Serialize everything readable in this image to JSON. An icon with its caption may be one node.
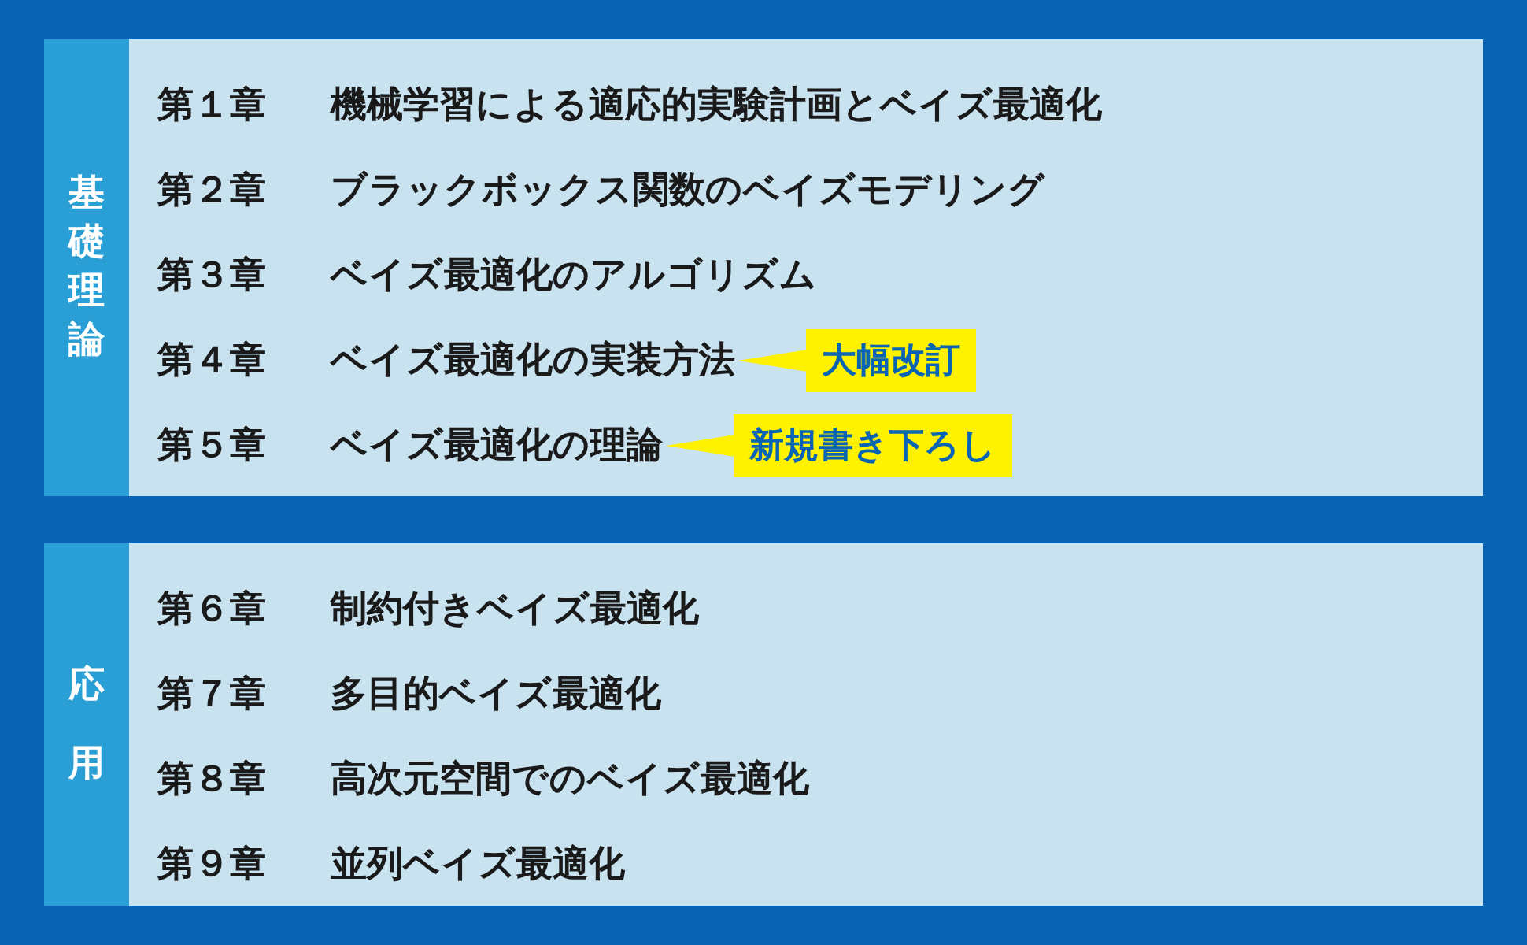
{
  "diagram": {
    "nodes": [
      {
        "text": [
          "基礎理論"
        ]
      },
      {
        "text": [
          "第１章",
          "機械学習による適応的実験計画とベイズ最適化"
        ],
        "in": 0
      },
      {
        "text": [
          "第２章",
          "ブラックボックス関数のベイズモデリング"
        ],
        "in": 0
      },
      {
        "text": [
          "第３章",
          "ベイズ最適化のアルゴリズム"
        ],
        "in": 0
      },
      {
        "text": [
          "第４章",
          "ベイズ最適化の実装方法"
        ],
        "in": 0
      },
      {
        "text": [
          "第５章",
          "ベイズ最適化の理論"
        ],
        "in": 0
      },
      {
        "text": [
          "応用"
        ]
      },
      {
        "text": [
          "第６章",
          "制約付きベイズ最適化"
        ],
        "in": 6
      },
      {
        "text": [
          "第７章",
          "多目的ベイズ最適化"
        ],
        "in": 6
      },
      {
        "text": [
          "第８章",
          "高次元空間でのベイズ最適化"
        ],
        "in": 6
      },
      {
        "text": [
          "第９章",
          "並列ベイズ最適化"
        ],
        "in": 6
      },
      {
        "text": [
          "大幅改訂"
        ],
        "in": 0
      },
      {
        "text": [
          "新規書き下ろし"
        ],
        "in": 0
      }
    ],
    "edges": [
      {
        "from": 11,
        "to": 4,
        "arrow": "none"
      },
      {
        "from": 12,
        "to": 5,
        "arrow": "none"
      }
    ]
  }
}
